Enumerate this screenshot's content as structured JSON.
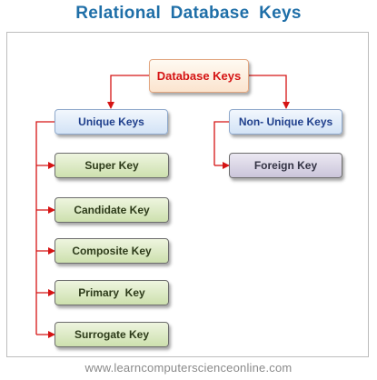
{
  "title": "Relational  Database  Keys",
  "root": "Database Keys",
  "branches": {
    "unique": "Unique Keys",
    "nonunique": "Non- Unique Keys"
  },
  "unique_keys": [
    "Super Key",
    "Candidate Key",
    "Composite Key",
    "Primary  Key",
    "Surrogate Key"
  ],
  "nonunique_keys": [
    "Foreign Key"
  ],
  "footer": "www.learncomputerscienceonline.com",
  "colors": {
    "title": "#1f6fa8",
    "root_text": "#d51414",
    "connector": "#d51414",
    "branch_fill": "#d3e3f6",
    "leaf_fill": "#cde0ae",
    "foreign_fill": "#cbc5da"
  }
}
